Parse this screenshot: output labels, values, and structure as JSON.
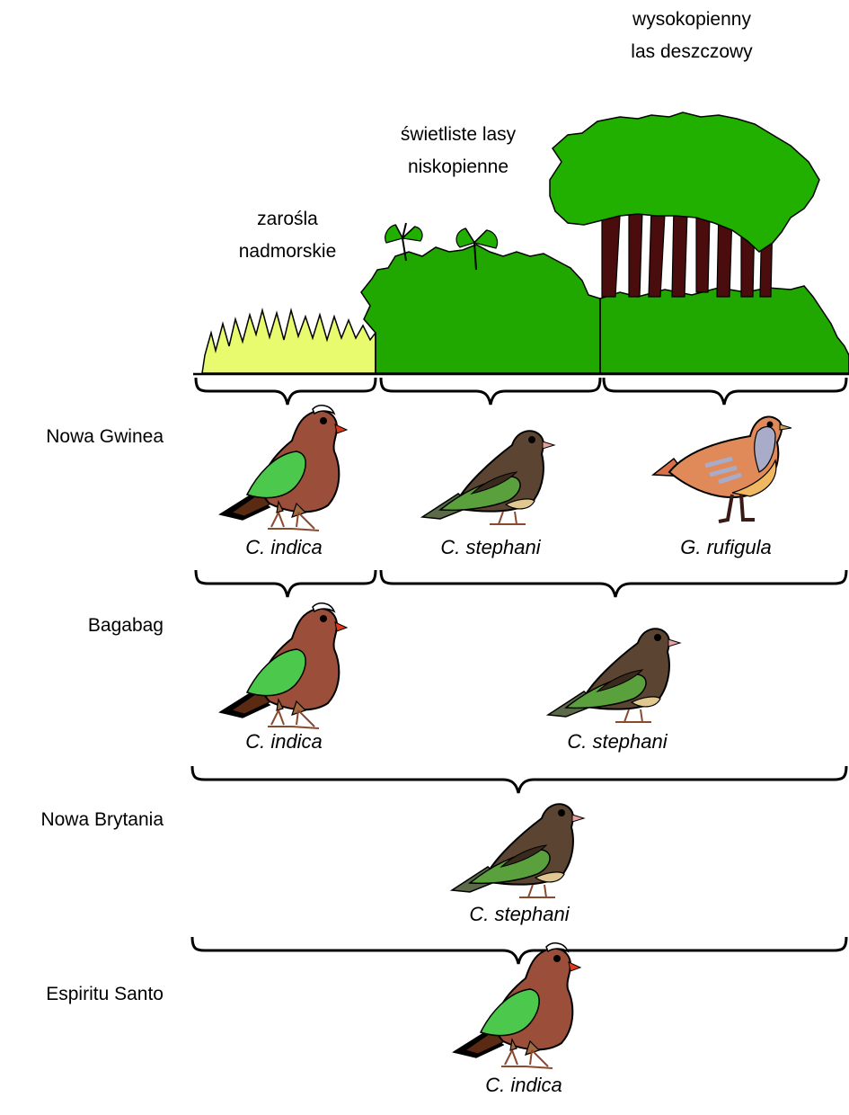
{
  "habitats": {
    "coastal": "zarośla\nnadmorskie",
    "light_forest": "świetliste lasy\nniskopienne",
    "rainforest": "wysokopienny\nlas deszczowy"
  },
  "islands": [
    {
      "name": "Nowa Gwinea",
      "species": [
        "C. indica",
        "C. stephani",
        "G. rufigula"
      ]
    },
    {
      "name": "Bagabag",
      "species": [
        "C. indica",
        "C. stephani"
      ]
    },
    {
      "name": "Nowa Brytania",
      "species": [
        "C. stephani"
      ]
    },
    {
      "name": "Espiritu Santo",
      "species": [
        "C. indica"
      ]
    }
  ],
  "colors": {
    "grass": "#e8fb6e",
    "forest": "#20a800",
    "forest_dark": "#148a00",
    "canopy": "#22b000",
    "trunk": "#4a0c0c",
    "indica_body": "#9b4e3a",
    "indica_wing": "#4cc94c",
    "stephani_body": "#5b4432",
    "stephani_wing": "#5aa03c",
    "rufigula_body": "#e08a5a",
    "rufigula_belly": "#f0b860",
    "rufigula_wing": "#a8acc8"
  }
}
